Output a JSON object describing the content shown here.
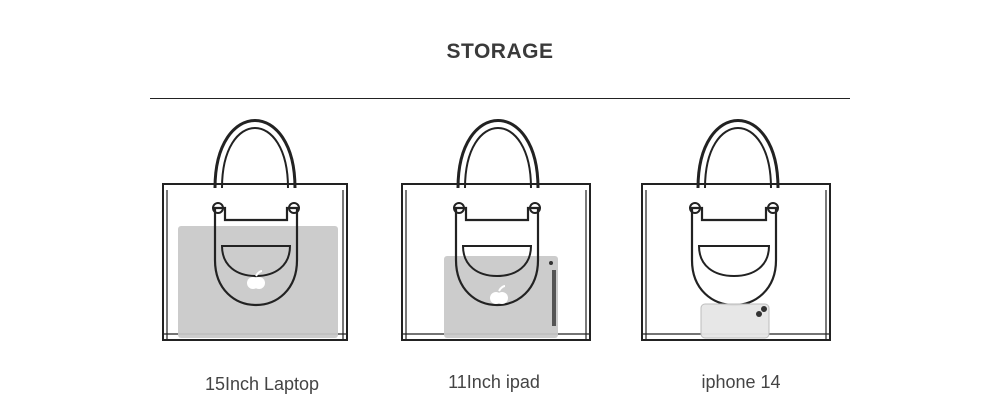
{
  "title": "STORAGE",
  "items": [
    {
      "caption": "15Inch Laptop",
      "device": "laptop",
      "device_icon": "apple-icon"
    },
    {
      "caption": "11Inch ipad",
      "device": "tablet",
      "device_icon": "apple-icon"
    },
    {
      "caption": "iphone 14",
      "device": "phone",
      "device_icon": "camera-icon"
    }
  ],
  "colors": {
    "line": "#222222",
    "device_fill": "#c8c8c8",
    "device_fill_light": "#e6e6e6"
  }
}
